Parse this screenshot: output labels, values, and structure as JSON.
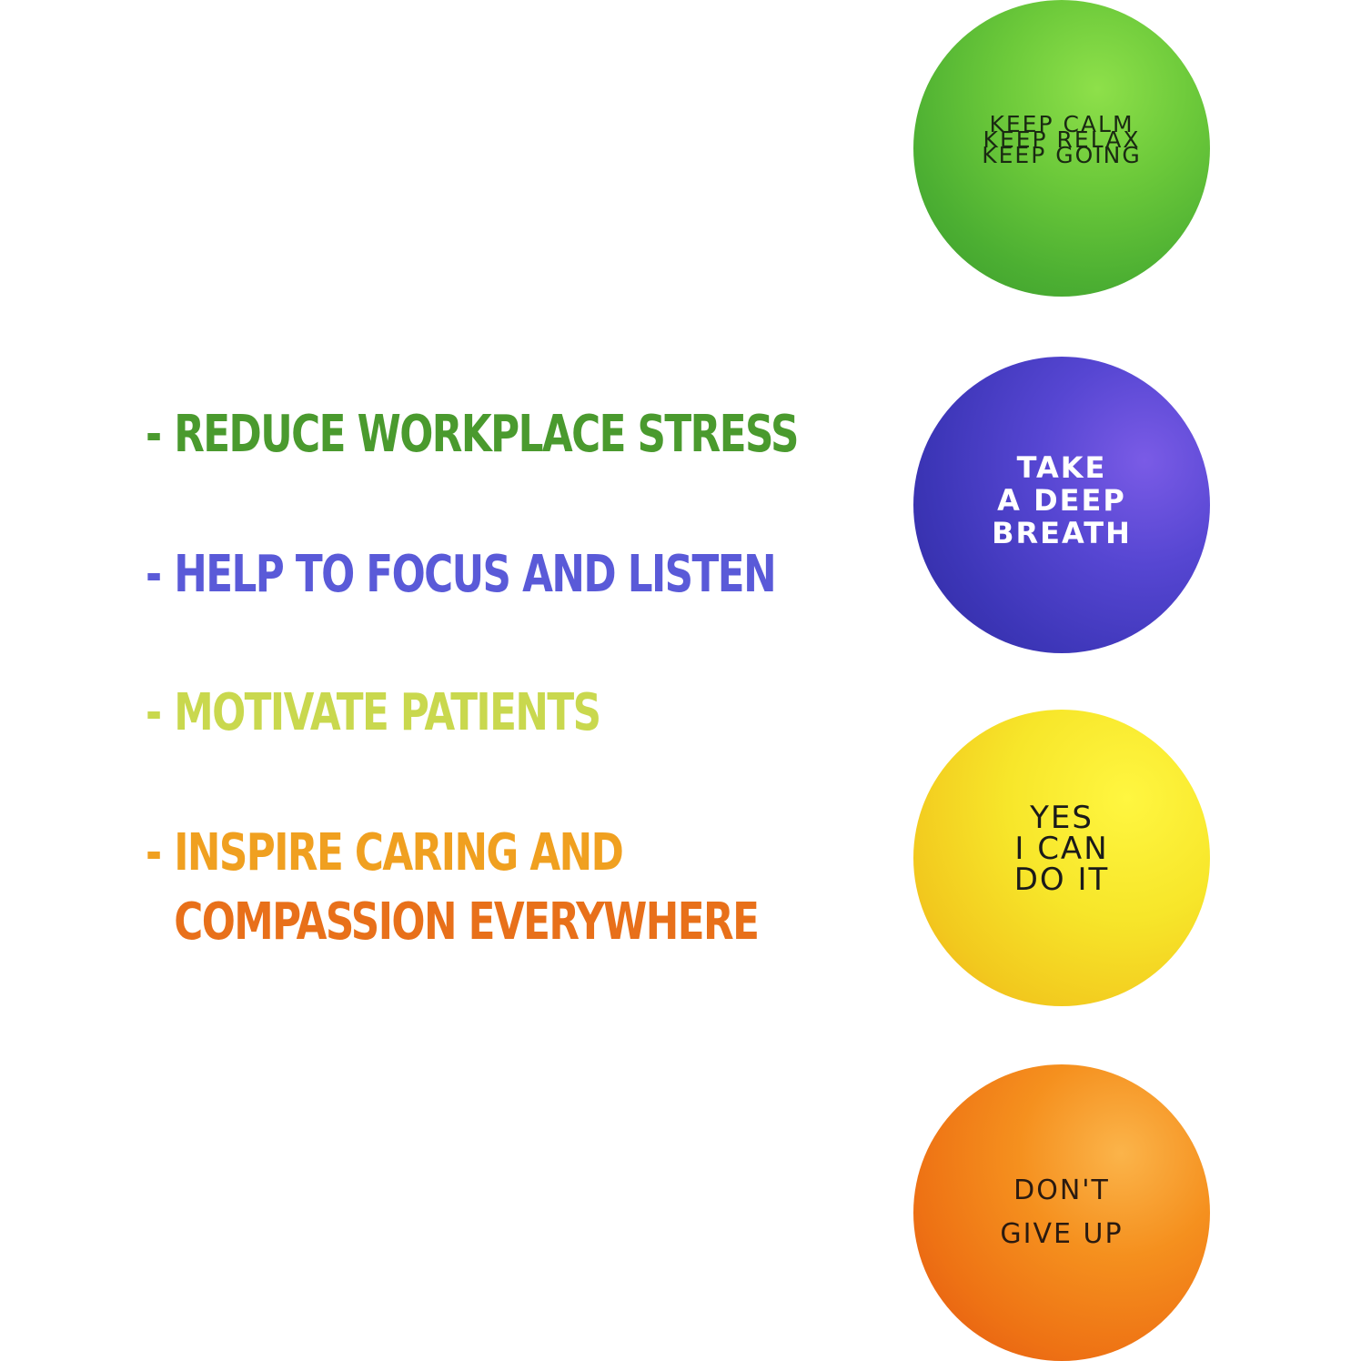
{
  "features": [
    {
      "dash": "-",
      "lines": [
        "REDUCE WORKPLACE STRESS"
      ],
      "color": "#4a9a2e"
    },
    {
      "dash": "-",
      "lines": [
        "HELP TO FOCUS AND LISTEN"
      ],
      "color": "#5a5ad8"
    },
    {
      "dash": "-",
      "lines": [
        "MOTIVATE PATIENTS"
      ],
      "color": "#c9d84e"
    },
    {
      "dash": "-",
      "lines": [
        "INSPIRE CARING AND",
        "COMPASSION EVERYWHERE"
      ],
      "color": "#f0a020",
      "color2": "#e8701a"
    }
  ],
  "balls": [
    {
      "color": "#5cbc35",
      "lines": [
        "KEEP CALM",
        "KEEP RELAX",
        "KEEP GOING"
      ]
    },
    {
      "color": "#4a3fc4",
      "lines": [
        "TAKE",
        "A DEEP",
        "BREATH"
      ]
    },
    {
      "color": "#f7e02a",
      "lines": [
        "YES",
        "I CAN",
        "DO IT"
      ]
    },
    {
      "color": "#f07a16",
      "lines": [
        "DON'T",
        "GIVE UP"
      ]
    }
  ]
}
